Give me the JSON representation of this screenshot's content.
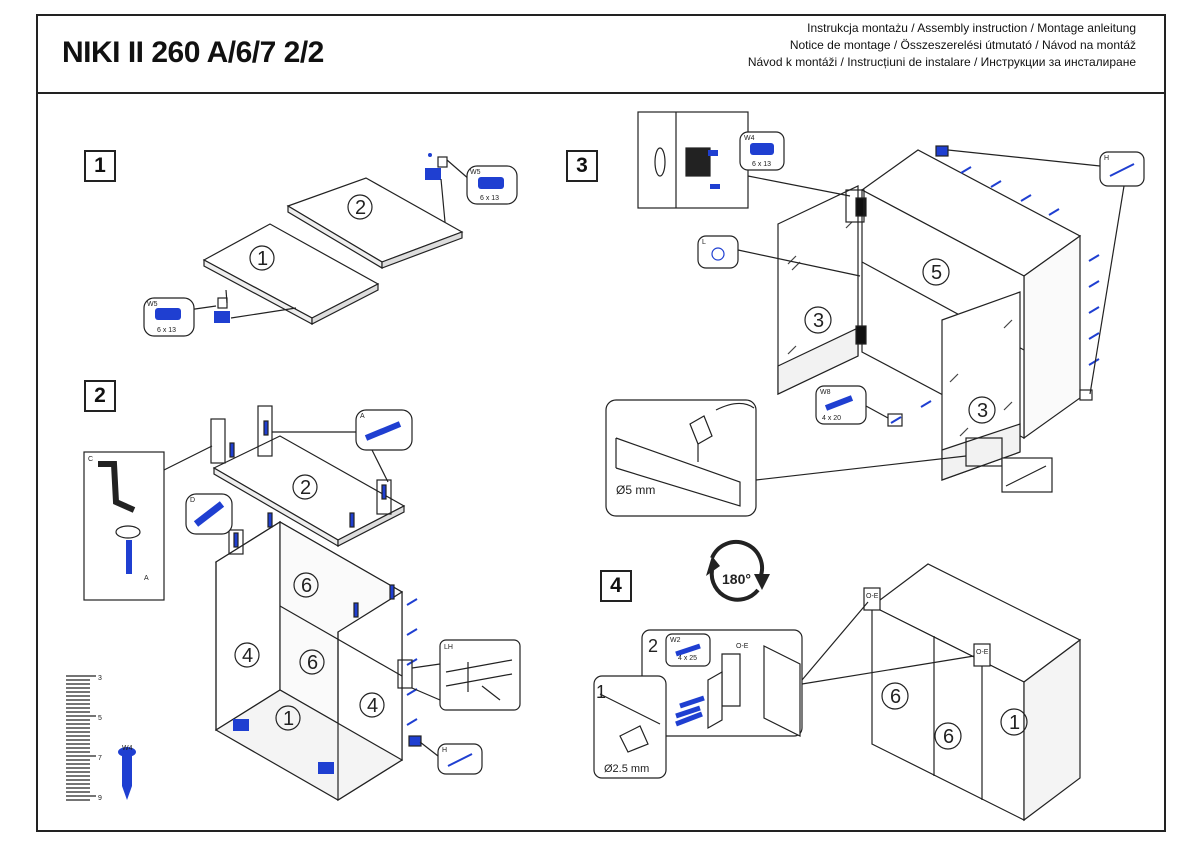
{
  "header": {
    "title": "NIKI II 260 A/6/7 2/2",
    "instruction_lines": [
      "Instrukcja montażu / Assembly instruction / Montage anleitung",
      "Notice de montage / Összeszerelési útmutató / Návod na montáž",
      "Návod k montáži / Instrucțiuni de instalare / Инструкции за инсталиране"
    ]
  },
  "steps": {
    "s1": {
      "number": "1",
      "panel_a": "1",
      "panel_b": "2",
      "screw_label": "6 x 13",
      "screw_label_2": "6 x 13",
      "screw_code": "W5",
      "screw_code_2": "W5"
    },
    "s2": {
      "number": "2",
      "top_panel": "2",
      "back_panel": "6",
      "mid_panel": "6",
      "left_side": "4",
      "right_side": "4",
      "bottom": "1",
      "callout_a": "A",
      "callout_c": "C",
      "callout_d": "D",
      "callout_h": "H",
      "callout_lh": "LH",
      "callout_c_a": "A"
    },
    "s3": {
      "number": "3",
      "shelf": "5",
      "door_left": "3",
      "door_right": "3",
      "screw_label": "6 x 13",
      "screw_label_2": "4 x 20",
      "screw_code": "W4",
      "screw_code_2": "W8",
      "callout_h": "H",
      "callout_l": "L",
      "drill": "Ø5 mm"
    },
    "s4": {
      "number": "4",
      "rotate": "180°",
      "sub1": "1",
      "sub2": "2",
      "screw_label": "4 x 25",
      "screw_code": "W2",
      "drill": "Ø2.5 mm",
      "bracket_code": "O-E",
      "bracket_code_2": "O-E",
      "bracket_code_3": "O-E",
      "panel_a": "6",
      "panel_b": "6",
      "panel_c": "1"
    }
  },
  "ruler": {
    "marks": [
      "3",
      "5",
      "7",
      "9"
    ],
    "screw_code": "W4"
  },
  "colors": {
    "hardware": "#1f3fd1",
    "line": "#222222",
    "panel": "#ffffff"
  }
}
